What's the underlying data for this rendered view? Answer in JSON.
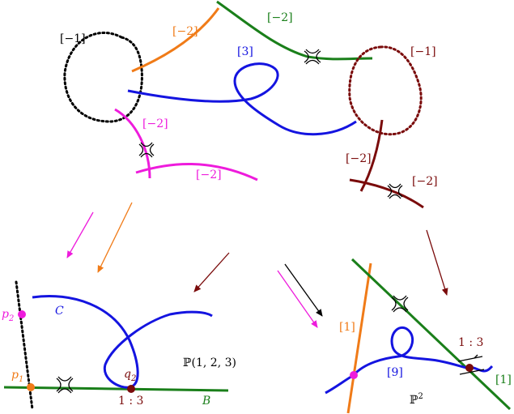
{
  "labels": {
    "black_curve": "[−1]",
    "orange_curve": "[−2]",
    "green_curve": "[−2]",
    "blue_curve": "[3]",
    "darkred_dotted": "[−1]",
    "magenta_upper": "[−2]",
    "magenta_lower": "[−2]",
    "darkred_upper": "[−2]",
    "darkred_lower": "[−2]",
    "p2": "p",
    "p2_sub": "2",
    "p1": "p",
    "p1_sub": "1",
    "C": "C",
    "q2": "q",
    "q2_sub": "2",
    "ratio_left": "1 : 3",
    "space_left": "ℙ(1, 2, 3)",
    "B": "B",
    "orange_right": "[1]",
    "blue_right": "[9]",
    "ratio_right": "1 : 3",
    "green_right": "[1]",
    "space_right": "ℙ"
  },
  "superscripts": {
    "space_right_exp": "2"
  },
  "colors": {
    "black": "#000000",
    "orange": "#f07b18",
    "green": "#1a7f1a",
    "blue": "#1414e0",
    "magenta": "#ee1bdc",
    "darkred": "#7a0b0b"
  }
}
